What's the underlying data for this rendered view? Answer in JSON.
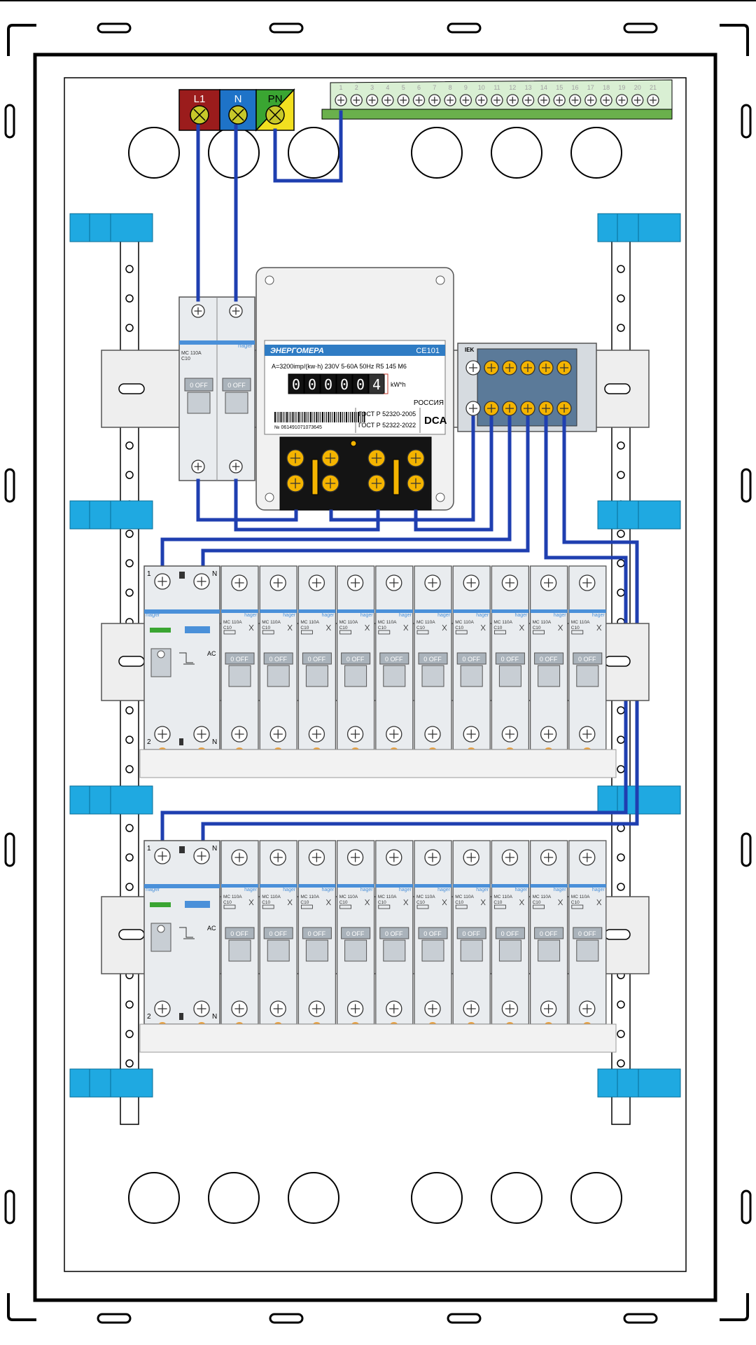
{
  "terminals": {
    "l1": "L1",
    "n": "N",
    "pn": "PN"
  },
  "neutral_bar_numbers": [
    "1",
    "2",
    "3",
    "4",
    "5",
    "6",
    "7",
    "8",
    "9",
    "10",
    "11",
    "12",
    "13",
    "14",
    "15",
    "16",
    "17",
    "18",
    "19",
    "20",
    "21"
  ],
  "meter": {
    "brand": "ЭНЕРГОМЕРА",
    "model": "CE101",
    "spec_line": "A=3200imp/(kw·h)  230V  5-60A 50Hz R5 145 M6",
    "digits": [
      "0",
      "0",
      "0",
      "0",
      "0",
      "4"
    ],
    "unit": "kW*h",
    "country": "РОССИЯ",
    "standard_1": "ГОСТ Р 52320-2005",
    "standard_2": "ГОСТ Р 52322-2022",
    "class_mark": "DCA",
    "serial": "№ 061491071073645"
  },
  "distribution_block": {
    "brand": "IEK"
  },
  "breaker": {
    "brand": "hager",
    "model": "MC 110A",
    "rating": "C10",
    "state": "0 OFF"
  },
  "rcd": {
    "top_left": "1",
    "top_right": "N",
    "bottom_left": "2",
    "bottom_right": "N",
    "type": "AC"
  },
  "colors": {
    "wire": "#1f3fb0",
    "phase": "#9b1c1c",
    "neutral": "#1e73c8",
    "pe_green": "#3aa532",
    "pe_yellow": "#f2e020",
    "rail_clip": "#1fa9e1",
    "screw_brass": "#f4b400"
  }
}
